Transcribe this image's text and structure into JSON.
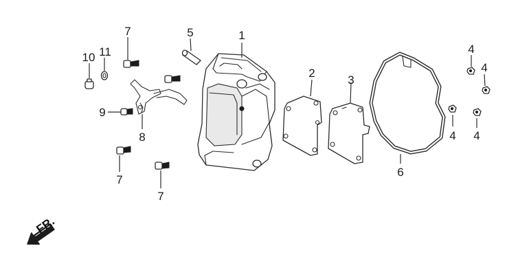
{
  "diagram": {
    "callouts": [
      {
        "id": "c1",
        "label": "1"
      },
      {
        "id": "c2",
        "label": "2"
      },
      {
        "id": "c3",
        "label": "3"
      },
      {
        "id": "c4a",
        "label": "4"
      },
      {
        "id": "c4b",
        "label": "4"
      },
      {
        "id": "c4c",
        "label": "4"
      },
      {
        "id": "c4d",
        "label": "4"
      },
      {
        "id": "c5",
        "label": "5"
      },
      {
        "id": "c6",
        "label": "6"
      },
      {
        "id": "c7a",
        "label": "7"
      },
      {
        "id": "c7b",
        "label": "7"
      },
      {
        "id": "c7c",
        "label": "7"
      },
      {
        "id": "c8",
        "label": "8"
      },
      {
        "id": "c9",
        "label": "9"
      },
      {
        "id": "c10",
        "label": "10"
      },
      {
        "id": "c11",
        "label": "11"
      }
    ],
    "direction": {
      "label": "FR.",
      "icon": "front-arrow-icon"
    },
    "colors": {
      "line": "#2a2a2a",
      "background": "#ffffff"
    }
  }
}
